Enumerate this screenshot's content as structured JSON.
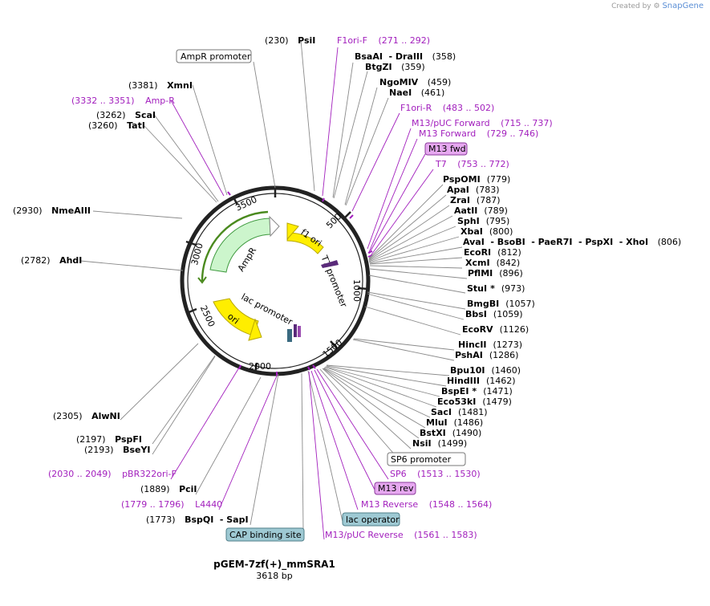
{
  "brand": {
    "created_by": "Created by",
    "name": "SnapGene"
  },
  "plasmid": {
    "name": "pGEM-7zf(+)_mmSRA1",
    "length": "3618 bp"
  },
  "ticks": [
    "500",
    "1000",
    "1500",
    "2000",
    "2500",
    "3000",
    "3500"
  ],
  "features": {
    "f1_ori": "f1 ori",
    "ampr": "AmpR",
    "ori": "ori",
    "t7_promoter": "T7 promoter",
    "lac_promoter": "lac promoter"
  },
  "labels": {
    "psii": "PsiI",
    "psii_pos": "(230)",
    "f1ori_f": "F1ori-F",
    "f1ori_f_pos": "(271 .. 292)",
    "ampr_promoter": "AmpR promoter",
    "bsaai": "BsaAI",
    "draiii": "- DraIII",
    "bsaai_pos": "(358)",
    "btgzi": "BtgZI",
    "btgzi_pos": "(359)",
    "ngomiv": "NgoMIV",
    "ngomiv_pos": "(459)",
    "naei": "NaeI",
    "naei_pos": "(461)",
    "f1ori_r": "F1ori-R",
    "f1ori_r_pos": "(483 .. 502)",
    "m13puc_fwd": "M13/pUC Forward",
    "m13puc_fwd_pos": "(715 .. 737)",
    "m13_forward": "M13 Forward",
    "m13_forward_pos": "(729 .. 746)",
    "m13_fwd_box": "M13 fwd",
    "t7": "T7",
    "t7_pos": "(753 .. 772)",
    "pspomi": "PspOMI",
    "pspomi_pos": "(779)",
    "apai": "ApaI",
    "apai_pos": "(783)",
    "zrai": "ZraI",
    "zrai_pos": "(787)",
    "aatii": "AatII",
    "aatii_pos": "(789)",
    "sphi": "SphI",
    "sphi_pos": "(795)",
    "xbai": "XbaI",
    "xbai_pos": "(800)",
    "avai": "AvaI",
    "bsobi": "- BsoBI",
    "paer7i": "- PaeR7I",
    "pspxi": "- PspXI",
    "xhoi": "- XhoI",
    "avai_pos": "(806)",
    "ecori": "EcoRI",
    "ecori_pos": "(812)",
    "xcmi": "XcmI",
    "xcmi_pos": "(842)",
    "pflmi": "PflMI",
    "pflmi_pos": "(896)",
    "stui": "StuI",
    "stui_star": "*",
    "stui_pos": "(973)",
    "bmgbi": "BmgBI",
    "bmgbi_pos": "(1057)",
    "bbsi": "BbsI",
    "bbsi_pos": "(1059)",
    "ecorv": "EcoRV",
    "ecorv_pos": "(1126)",
    "hincii": "HincII",
    "hincii_pos": "(1273)",
    "pshai": "PshAI",
    "pshai_pos": "(1286)",
    "bpu10i": "Bpu10I",
    "bpu10i_pos": "(1460)",
    "hindiii": "HindIII",
    "hindiii_pos": "(1462)",
    "bspei": "BspEI",
    "bspei_star": "*",
    "bspei_pos": "(1471)",
    "eco53ki": "Eco53kI",
    "eco53ki_pos": "(1479)",
    "saci": "SacI",
    "saci_pos": "(1481)",
    "mlui": "MluI",
    "mlui_pos": "(1486)",
    "bstxi": "BstXI",
    "bstxi_pos": "(1490)",
    "nsii": "NsiI",
    "nsii_pos": "(1499)",
    "sp6_promoter": "SP6 promoter",
    "sp6": "SP6",
    "sp6_pos": "(1513 .. 1530)",
    "m13_rev_box": "M13 rev",
    "m13_reverse": "M13 Reverse",
    "m13_reverse_pos": "(1548 .. 1564)",
    "lac_operator": "lac operator",
    "m13puc_rev": "M13/pUC Reverse",
    "m13puc_rev_pos": "(1561 .. 1583)",
    "cap_site": "CAP binding site",
    "bspqi": "BspQI",
    "sapi": "- SapI",
    "bspqi_pos": "(1773)",
    "l4440": "L4440",
    "l4440_pos": "(1779 .. 1796)",
    "pcii": "PciI",
    "pcii_pos": "(1889)",
    "pbr322": "pBR322ori-F",
    "pbr322_pos": "(2030 .. 2049)",
    "bseyi": "BseYI",
    "bseyi_pos": "(2193)",
    "pspfi": "PspFI",
    "pspfi_pos": "(2197)",
    "alwni": "AlwNI",
    "alwni_pos": "(2305)",
    "ahdi": "AhdI",
    "ahdi_pos": "(2782)",
    "nmeaiii": "NmeAIII",
    "nmeaiii_pos": "(2930)",
    "tati": "TatI",
    "tati_pos": "(3260)",
    "scai": "ScaI",
    "scai_pos": "(3262)",
    "ampr_r": "Amp-R",
    "ampr_r_pos": "(3332 .. 3351)",
    "xmni": "XmnI",
    "xmni_pos": "(3381)"
  },
  "colors": {
    "backbone": "#222222",
    "primer": "#a21fbd",
    "ampr_fill": "#ccf5cc",
    "ampr_stroke": "#3f9a3f",
    "ori_fill": "#ffee00",
    "ori_stroke": "#b8a800",
    "primer_box": "#e6a8f0",
    "regulatory_box": "#9ec9d3"
  }
}
